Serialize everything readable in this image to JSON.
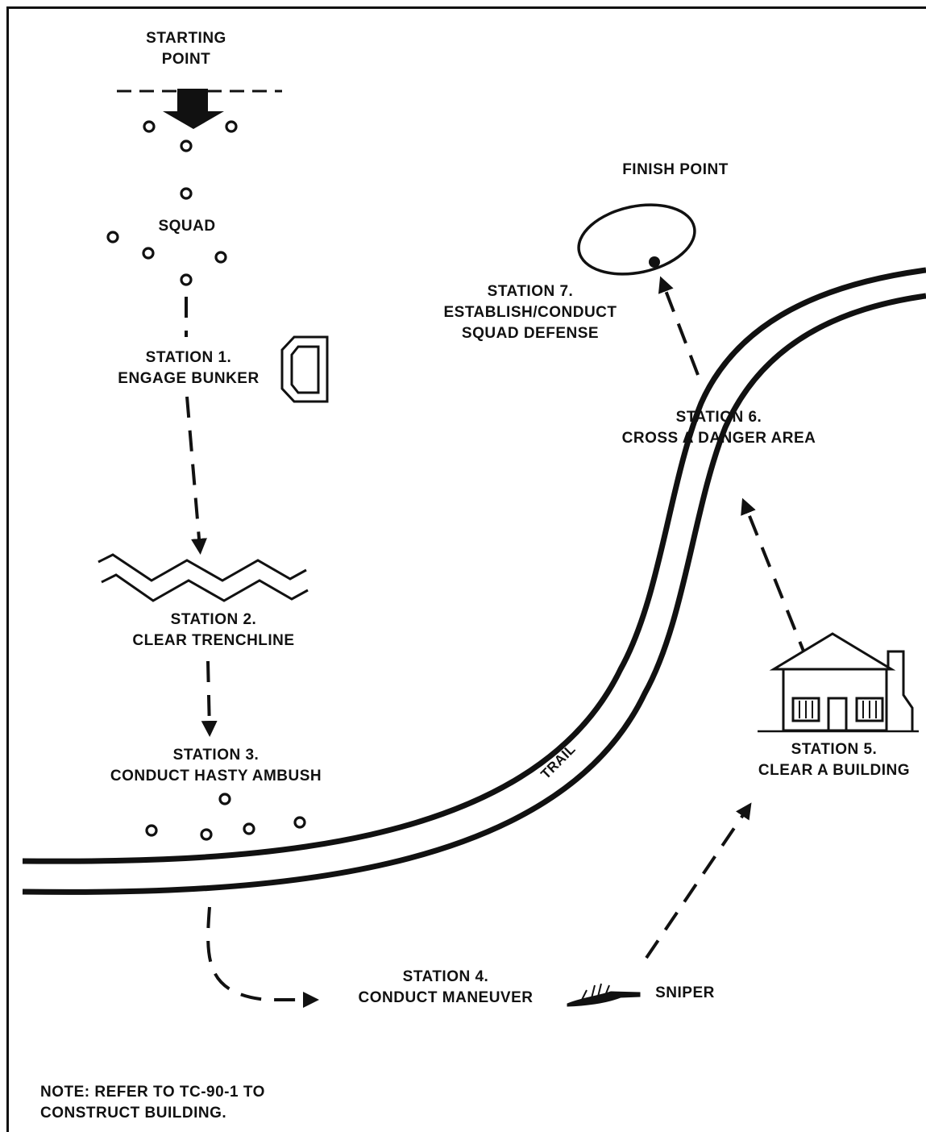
{
  "labels": {
    "starting_point": [
      "STARTING",
      "POINT"
    ],
    "squad": "SQUAD",
    "station1": [
      "STATION 1.",
      "ENGAGE BUNKER"
    ],
    "station2": [
      "STATION 2.",
      "CLEAR TRENCHLINE"
    ],
    "station3": [
      "STATION 3.",
      "CONDUCT HASTY AMBUSH"
    ],
    "station4": [
      "STATION 4.",
      "CONDUCT MANEUVER"
    ],
    "sniper": "SNIPER",
    "station5": [
      "STATION 5.",
      "CLEAR A BUILDING"
    ],
    "station6": [
      "STATION 6.",
      "CROSS A DANGER AREA"
    ],
    "station7": [
      "STATION 7.",
      "ESTABLISH/CONDUCT",
      "SQUAD DEFENSE"
    ],
    "finish_point": "FINISH POINT",
    "trail": "TRAIL",
    "note": [
      "NOTE:  REFER TO TC-90-1 TO",
      "CONSTRUCT BUILDING."
    ]
  },
  "colors": {
    "ink": "#111111",
    "background": "#ffffff"
  }
}
